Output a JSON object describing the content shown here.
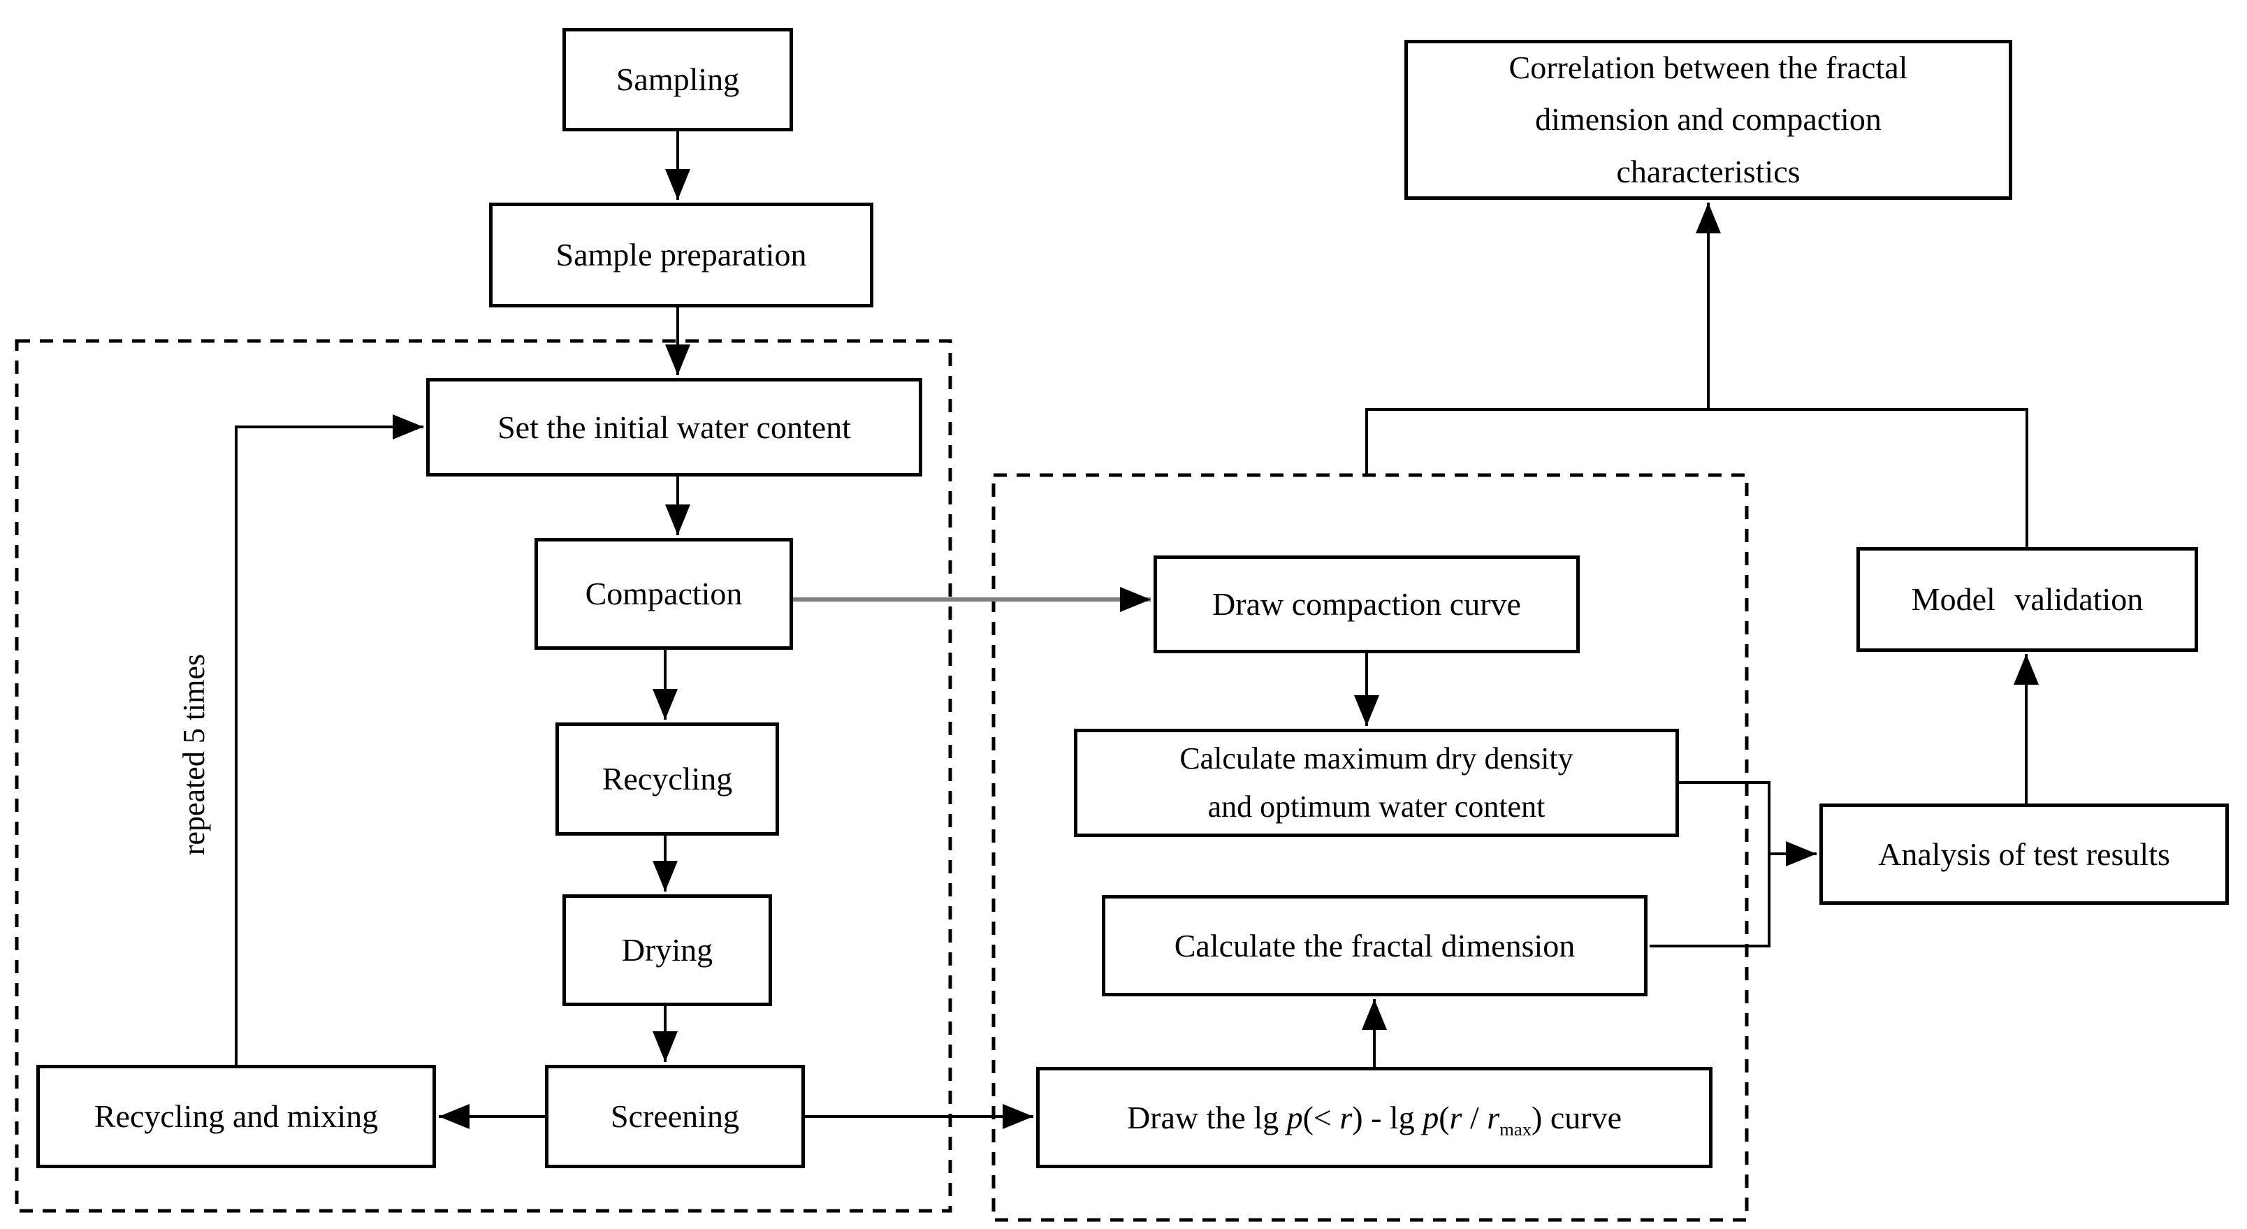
{
  "nodes": {
    "sampling": {
      "label": "Sampling"
    },
    "sample_preparation": {
      "label": "Sample preparation"
    },
    "set_initial_water": {
      "label": "Set the initial water content"
    },
    "compaction": {
      "label": "Compaction"
    },
    "recycling": {
      "label": "Recycling"
    },
    "drying": {
      "label": "Drying"
    },
    "screening": {
      "label": "Screening"
    },
    "recycling_and_mixing": {
      "label": "Recycling and mixing"
    },
    "draw_compaction_curve": {
      "label": "Draw compaction curve"
    },
    "calculate_max_dry_density": {
      "line1": "Calculate maximum dry density",
      "line2": "and optimum water content"
    },
    "calculate_fractal_dimension": {
      "label": "Calculate the fractal dimension"
    },
    "draw_lg_curve": {
      "t1": "Draw the lg ",
      "p1": "p",
      "t2": "(< ",
      "r1": "r",
      "t3": ") - lg ",
      "p2": "p",
      "t4": "(",
      "r2": "r",
      "t5": " / ",
      "r3": "r",
      "sub": "max",
      "t6": ") curve"
    },
    "analysis_of_test_results": {
      "label": "Analysis of test results"
    },
    "model_validation": {
      "label": "Model validation"
    },
    "correlation": {
      "line1": "Correlation between the fractal",
      "line2": "dimension and compaction",
      "line3": "characteristics"
    }
  },
  "annotations": {
    "repeat_label": "repeated 5 times"
  },
  "colors": {
    "line": "#000000",
    "gray_connector": "#7f7f7f",
    "background": "#ffffff"
  }
}
